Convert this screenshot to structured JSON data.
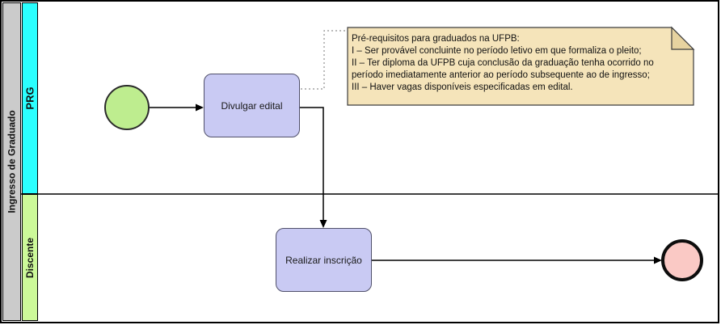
{
  "pool": {
    "label": "Ingresso de Graduado"
  },
  "lanes": [
    {
      "label": "PRG"
    },
    {
      "label": "Discente"
    }
  ],
  "process": {
    "tasks": [
      {
        "label": "Divulgar edital"
      },
      {
        "label": "Realizar inscrição"
      }
    ],
    "events": [
      {
        "type": "start"
      },
      {
        "type": "end"
      }
    ]
  },
  "annotation": {
    "lines": [
      "Pré-requisitos para graduados na UFPB:",
      "I – Ser provável concluinte no período letivo em que formaliza o pleito;",
      "II – Ter diploma da UFPB cuja conclusão da graduação tenha ocorrido no",
      "período imediatamente anterior ao período subsequente ao de ingresso;",
      "III – Haver vagas disponíveis especificadas em edital."
    ]
  },
  "colors": {
    "pool_header": "#CBCBCB",
    "lane_prg": "#2BFFFF",
    "lane_discente": "#CCF999",
    "task_fill": "#C9CAF3",
    "task_border": "#50506A",
    "start_event_fill": "#BEED8F",
    "end_event_fill": "#FAC9C5",
    "annotation_fill": "#F5E4BA",
    "annotation_fold": "#E7D3A0",
    "connector": "#000000",
    "association": "#909090"
  }
}
